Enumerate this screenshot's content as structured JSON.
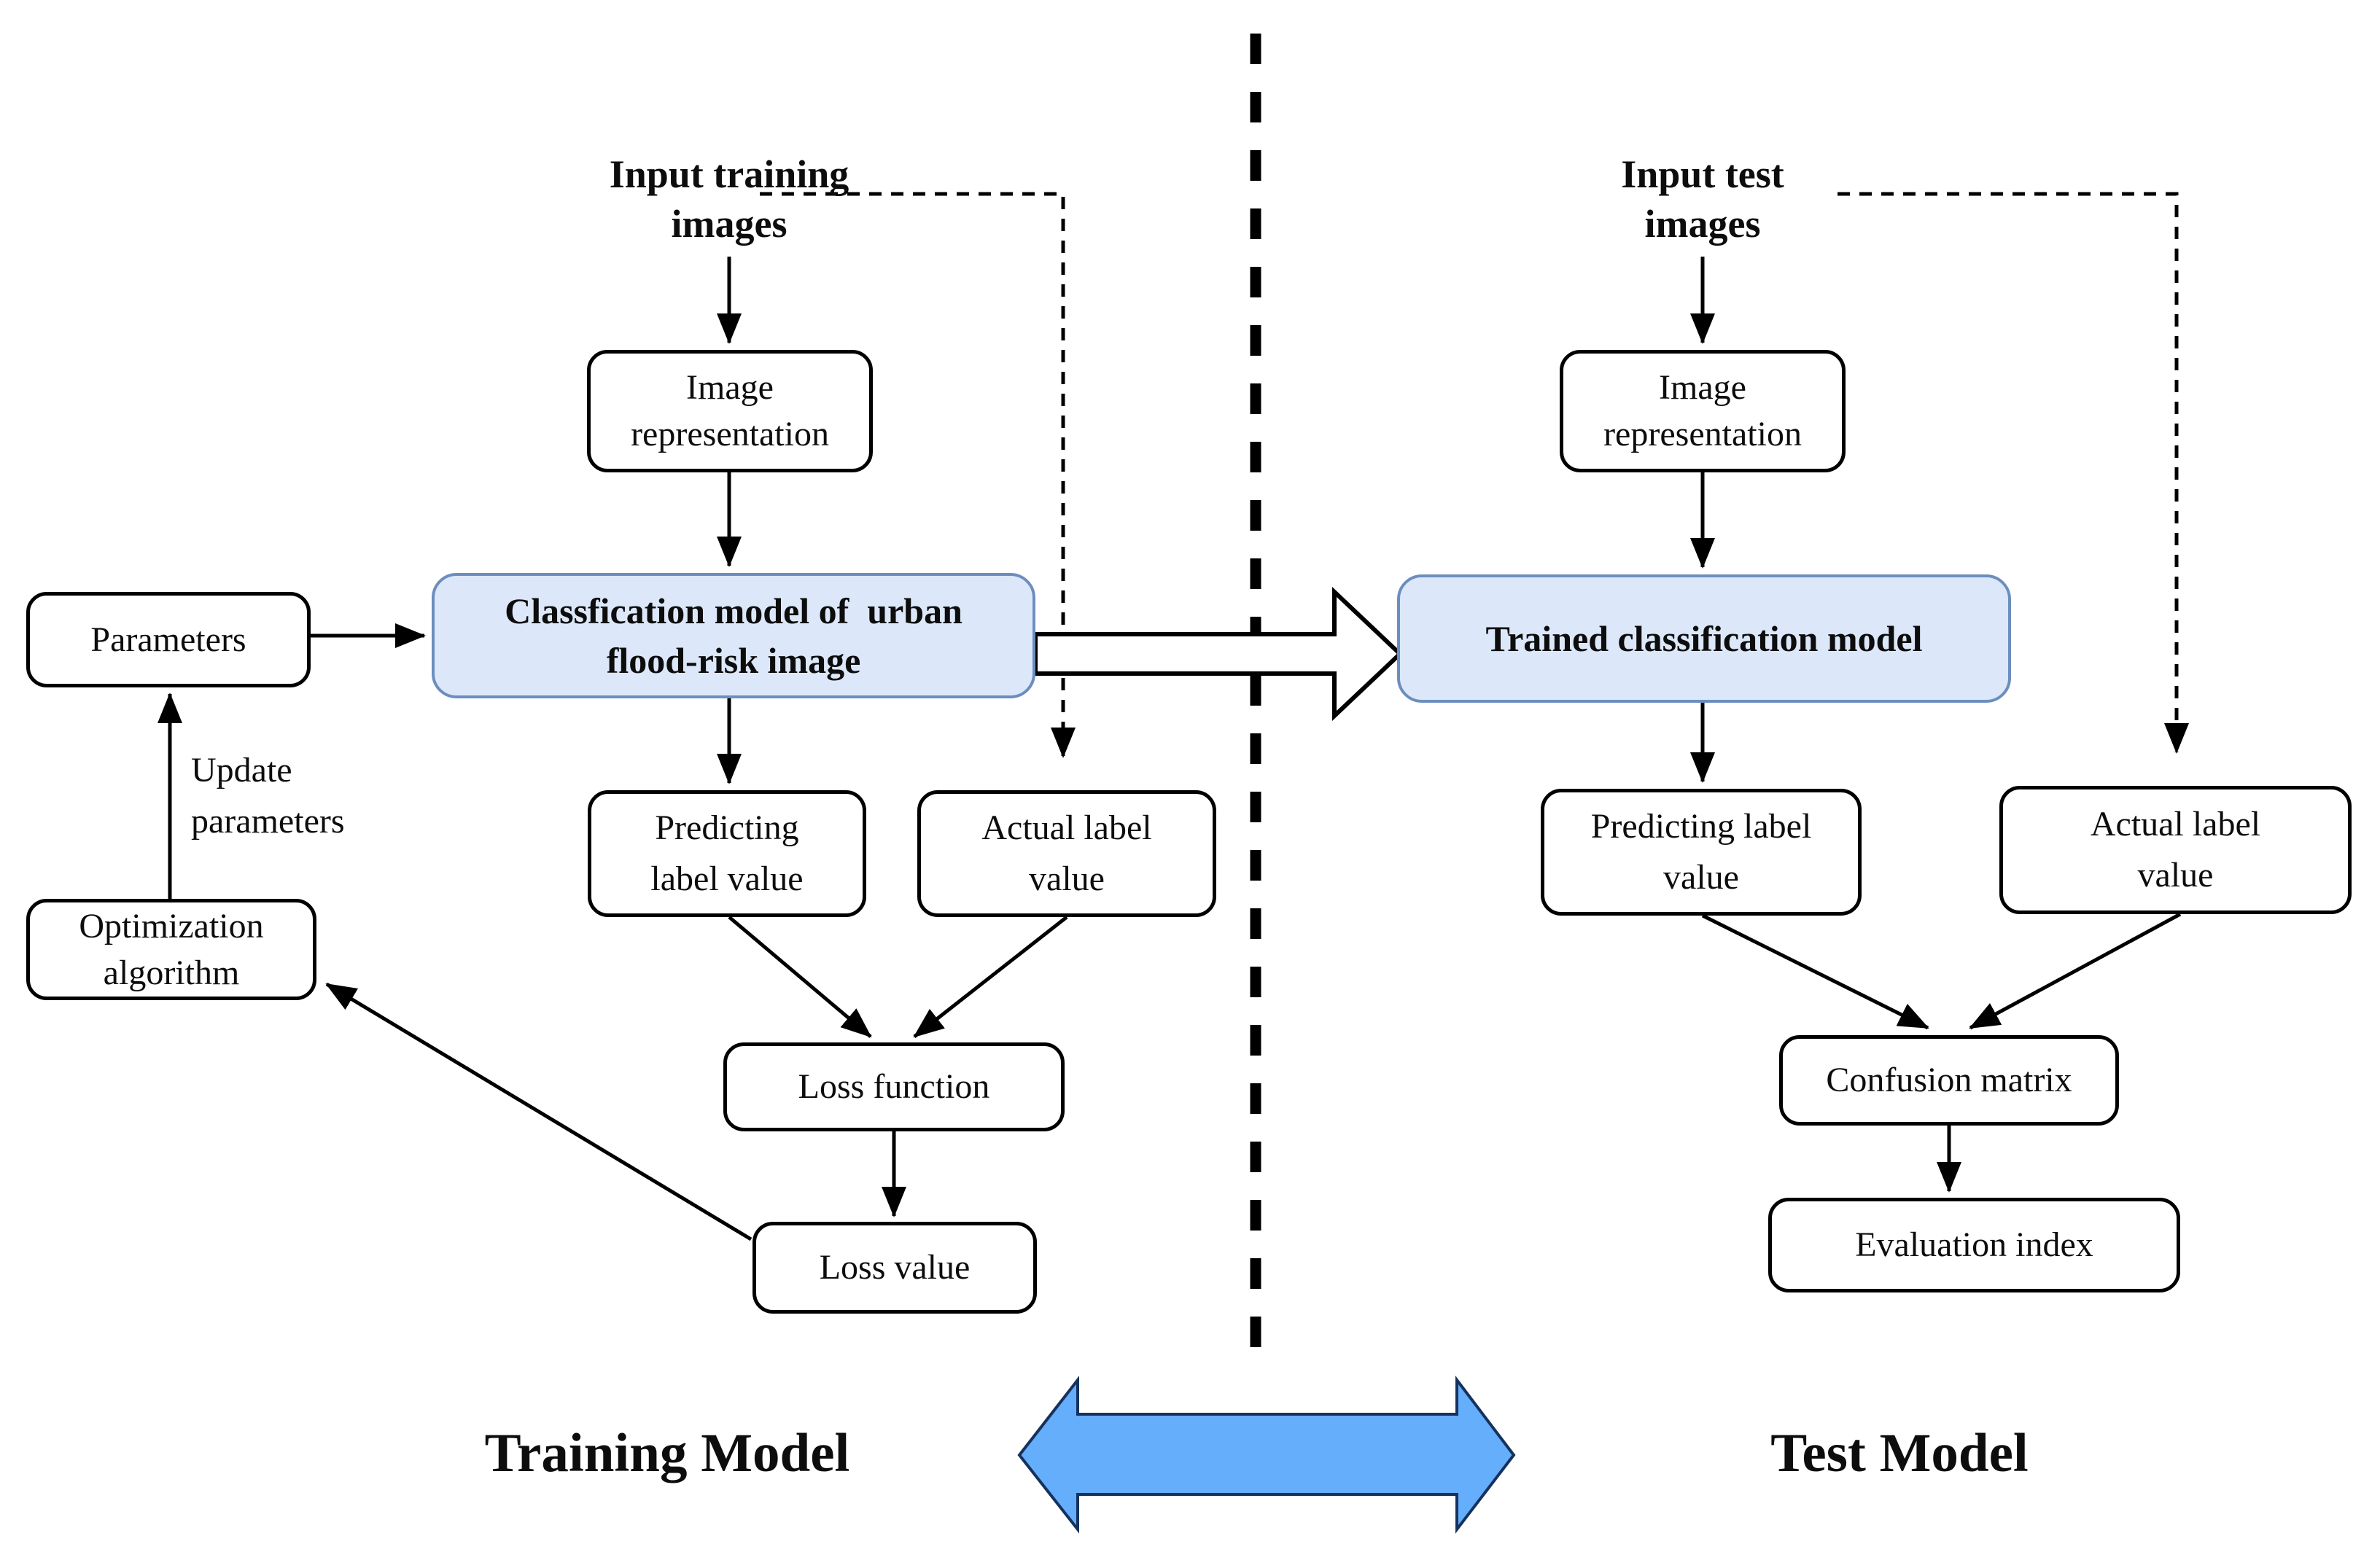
{
  "colors": {
    "node_fill": "#ffffff",
    "node_stroke": "#000000",
    "model_fill": "#dce8f9",
    "model_stroke": "#6c8ebf",
    "banner_fill": "#64aefc",
    "banner_stroke": "#16325c",
    "connector": "#000000"
  },
  "training": {
    "section_title": "Training Model",
    "input_label": {
      "line1": "Input training",
      "line2": "images"
    },
    "image_representation": {
      "line1": "Image",
      "line2": "representation"
    },
    "classification_model": {
      "line1": "Classfication model of  urban",
      "line2": "flood-risk image"
    },
    "predicting_label": {
      "line1": "Predicting",
      "line2": "label value"
    },
    "actual_label": {
      "line1": "Actual label",
      "line2": "value"
    },
    "loss_function": {
      "label": "Loss function"
    },
    "loss_value": {
      "label": "Loss value"
    },
    "parameters": {
      "label": "Parameters"
    },
    "update_parameters": {
      "line1": "Update",
      "line2": "parameters"
    },
    "optimization": {
      "line1": "Optimization",
      "line2": "algorithm"
    }
  },
  "test": {
    "section_title": "Test Model",
    "input_label": {
      "line1": "Input test",
      "line2": "images"
    },
    "image_representation": {
      "line1": "Image",
      "line2": "representation"
    },
    "trained_model": {
      "label": "Trained classification model"
    },
    "predicting_label": {
      "line1": "Predicting label",
      "line2": "value"
    },
    "actual_label": {
      "line1": "Actual label",
      "line2": "value"
    },
    "confusion_matrix": {
      "label": "Confusion matrix"
    },
    "evaluation_index": {
      "label": "Evaluation index"
    }
  }
}
